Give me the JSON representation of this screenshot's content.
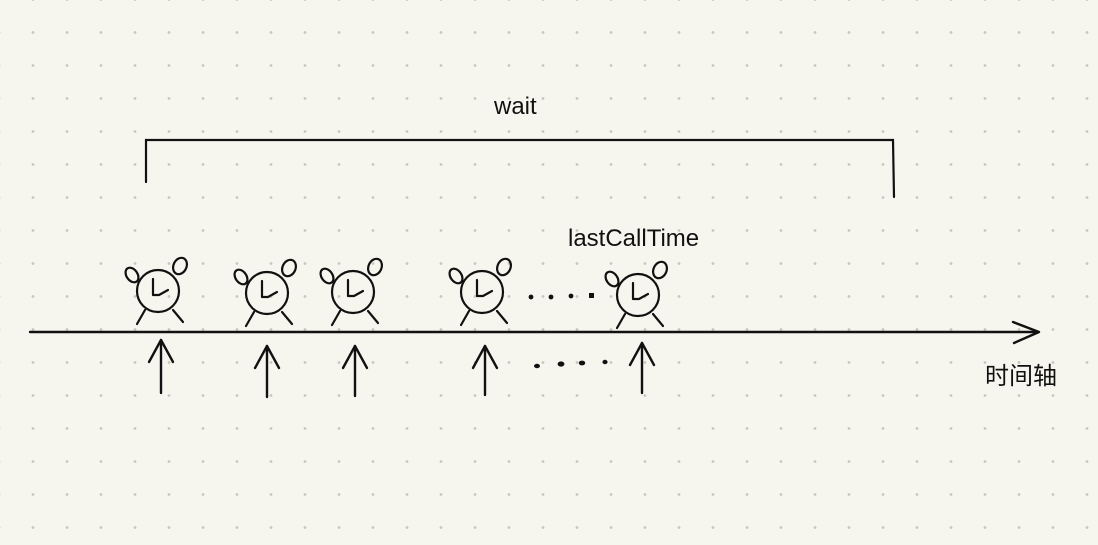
{
  "labels": {
    "wait": "wait",
    "last_call_time": "lastCallTime",
    "time_axis": "时间轴"
  },
  "events": {
    "count": 5,
    "marker_icon": "alarm-clock-icon",
    "call_icon": "up-arrow-icon"
  },
  "colors": {
    "background": "#f7f6ee",
    "ink": "#111111",
    "grid_dot": "#c9c8c0"
  }
}
